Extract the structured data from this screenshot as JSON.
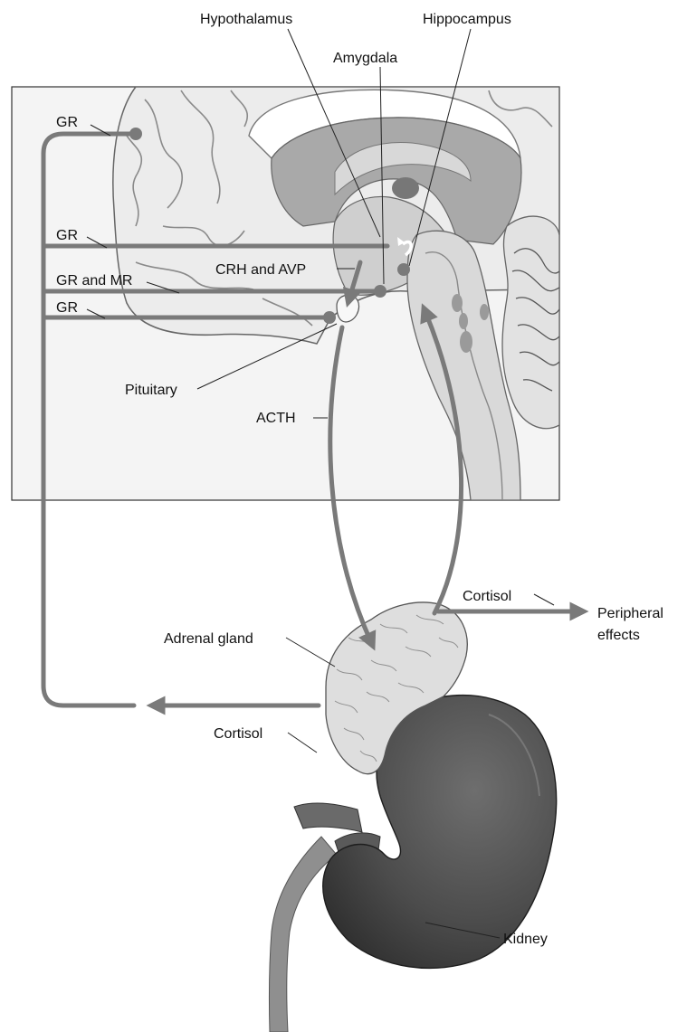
{
  "labels": {
    "hypothalamus": "Hypothalamus",
    "hippocampus": "Hippocampus",
    "amygdala": "Amygdala",
    "gr_1": "GR",
    "gr_2": "GR",
    "gr_and_mr": "GR and MR",
    "gr_3": "GR",
    "crh_avp": "CRH and AVP",
    "pituitary": "Pituitary",
    "acth": "ACTH",
    "cortisol_right": "Cortisol",
    "peripheral_line1": "Peripheral",
    "peripheral_line2": "effects",
    "adrenal_gland": "Adrenal gland",
    "cortisol_left": "Cortisol",
    "kidney": "Kidney"
  },
  "colors": {
    "pathway": "#7a7a7a",
    "brain_light": "#ececec",
    "brain_mid": "#cfcfcf",
    "brain_dark": "#a9a9a9",
    "adrenal": "#dedede",
    "kidney": "#4f4f4f",
    "ureter": "#8f8f8f"
  }
}
